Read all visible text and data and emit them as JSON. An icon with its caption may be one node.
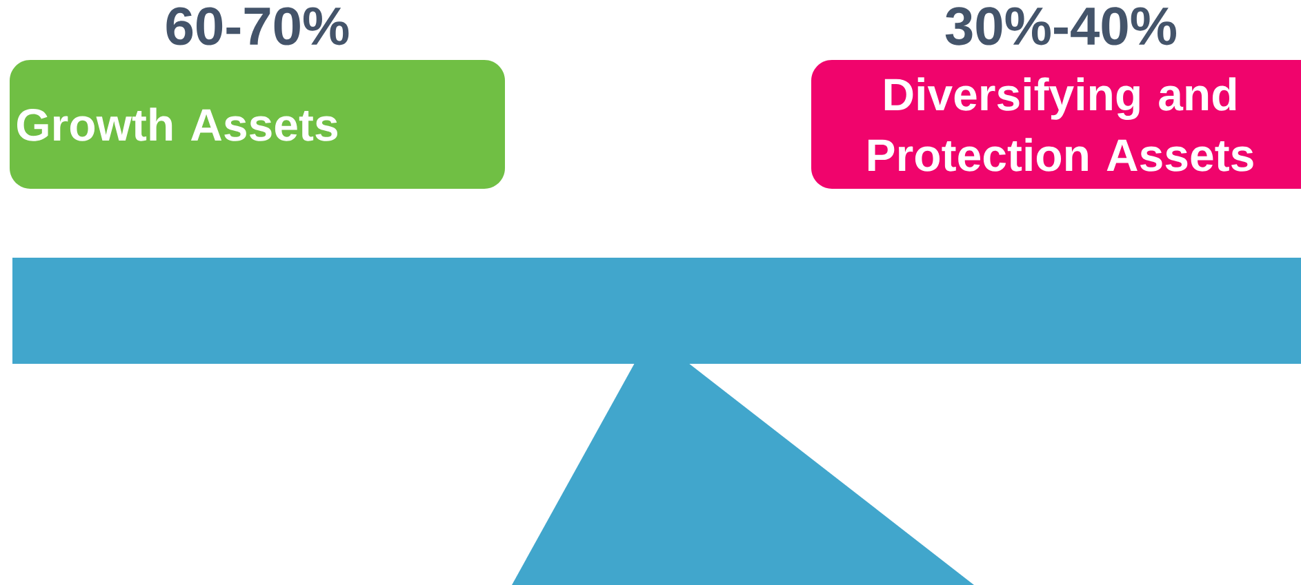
{
  "diagram": {
    "nodes": [
      {
        "text": [
          "Growth Assets"
        ],
        "beside": [
          "60-70%"
        ]
      },
      {
        "text": [
          "Diversifying and Protection Assets"
        ],
        "beside": [
          "30%-40%"
        ]
      }
    ]
  }
}
